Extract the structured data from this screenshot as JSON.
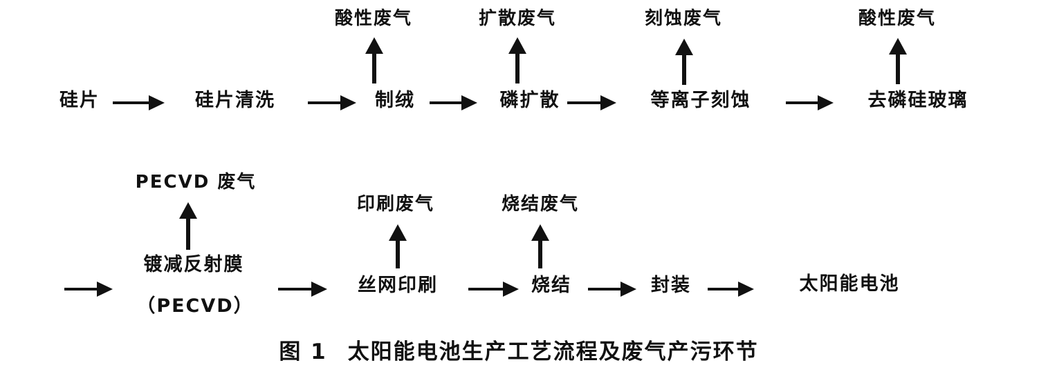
{
  "figure": {
    "type": "flowchart",
    "subject": "solar-cell production process and waste-gas emission points",
    "caption_prefix": "图 1",
    "caption_title": "太阳能电池生产工艺流程及废气产污环节"
  },
  "palette": {
    "ink": "#161616",
    "paper": "#fdfdfd"
  },
  "row1": {
    "nodes": [
      {
        "label": "硅片"
      },
      {
        "label": "硅片清洗"
      },
      {
        "label": "制绒",
        "emission": "酸性废气"
      },
      {
        "label": "磷扩散",
        "emission": "扩散废气"
      },
      {
        "label": "等离子刻蚀",
        "emission": "刻蚀废气"
      },
      {
        "label": "去磷硅玻璃",
        "emission": "酸性废气"
      }
    ]
  },
  "row2": {
    "nodes": [
      {
        "label": "镀减反射膜",
        "label_line2": "（PECVD）",
        "emission": "PECVD 废气"
      },
      {
        "label": "丝网印刷",
        "emission": "印刷废气"
      },
      {
        "label": "烧结",
        "emission": "烧结废气"
      },
      {
        "label": "封装"
      },
      {
        "label": "太阳能电池"
      }
    ]
  }
}
